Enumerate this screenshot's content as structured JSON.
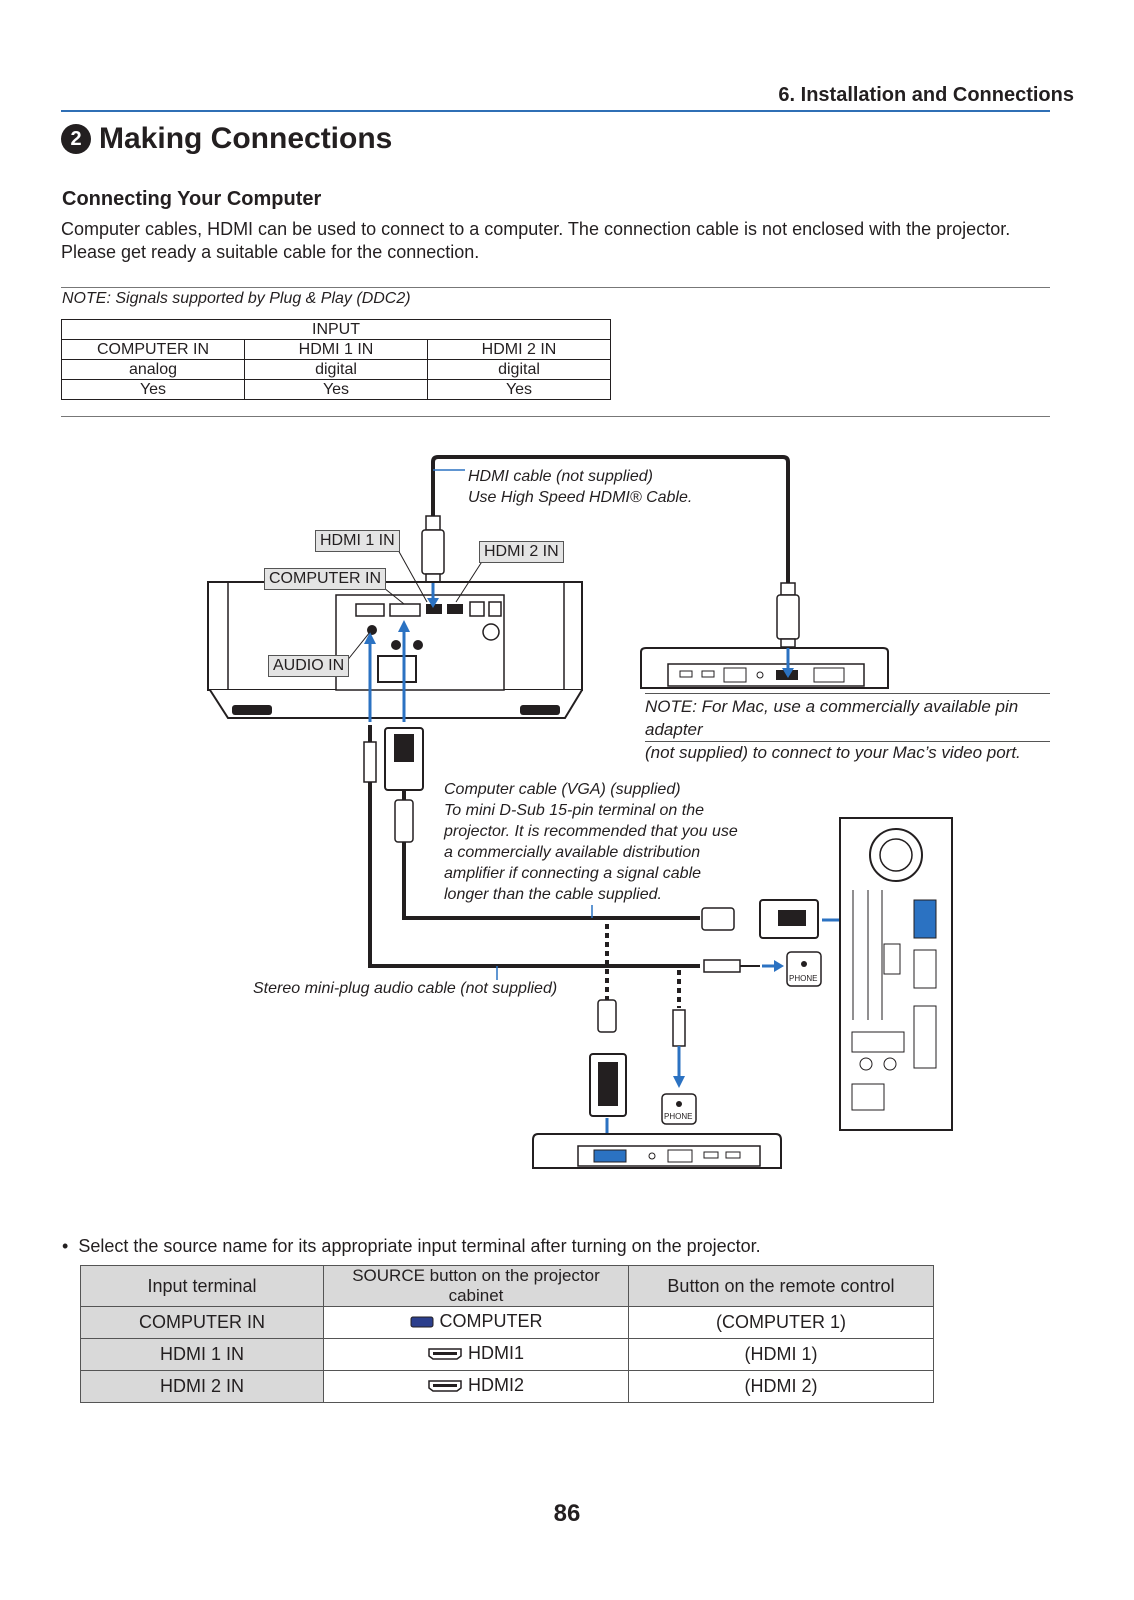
{
  "header": {
    "chapter": "6. Installation and Connections"
  },
  "section": {
    "number": "2",
    "title": "Making Connections"
  },
  "subsection": {
    "title": "Connecting Your Computer"
  },
  "intro": {
    "line1": "Computer cables, HDMI can be used to connect to a computer. The connection cable is not enclosed with the projector.",
    "line2": "Please get ready a suitable cable for the connection."
  },
  "ddc_note": "NOTE: Signals supported by Plug & Play (DDC2)",
  "ddc_table": {
    "header": "INPUT",
    "columns": [
      "COMPUTER IN",
      "HDMI 1 IN",
      "HDMI 2 IN"
    ],
    "rows": [
      [
        "analog",
        "digital",
        "digital"
      ],
      [
        "Yes",
        "Yes",
        "Yes"
      ]
    ]
  },
  "diagram": {
    "hdmi_cable": "HDMI cable (not supplied)",
    "hdmi_cable_note": "Use High Speed HDMI® Cable.",
    "label_hdmi1": "HDMI 1 IN",
    "label_hdmi2": "HDMI 2 IN",
    "label_computer_in": "COMPUTER IN",
    "label_audio_in": "AUDIO IN",
    "mac_note_1": "NOTE: For Mac, use a commercially available pin adapter",
    "mac_note_2": "(not supplied) to connect to your Mac’s video port.",
    "vga_cable": [
      "Computer cable (VGA) (supplied)",
      "To mini D-Sub 15-pin terminal on the",
      "projector. It is recommended that you use",
      "a commercially available distribution",
      "amplifier if connecting a signal cable",
      "longer than the cable supplied."
    ],
    "audio_cable": "Stereo mini-plug audio cable (not supplied)",
    "phone_label": "PHONE"
  },
  "bullet": "Select the source name for its appropriate input terminal after turning on the projector.",
  "source_table": {
    "headers": [
      "Input terminal",
      "SOURCE button on the projector cabinet",
      "Button on the remote control"
    ],
    "rows": [
      {
        "terminal": "COMPUTER IN",
        "icon": "vga-icon",
        "source": "COMPUTER",
        "remote": "(COMPUTER 1)"
      },
      {
        "terminal": "HDMI 1 IN",
        "icon": "hdmi-icon",
        "source": "HDMI1",
        "remote": "(HDMI 1)"
      },
      {
        "terminal": "HDMI 2 IN",
        "icon": "hdmi-icon",
        "source": "HDMI2",
        "remote": "(HDMI 2)"
      }
    ]
  },
  "page_number": "86",
  "colors": {
    "accent": "#2f6fb5",
    "arrow": "#2b72c2",
    "text": "#231f20"
  }
}
